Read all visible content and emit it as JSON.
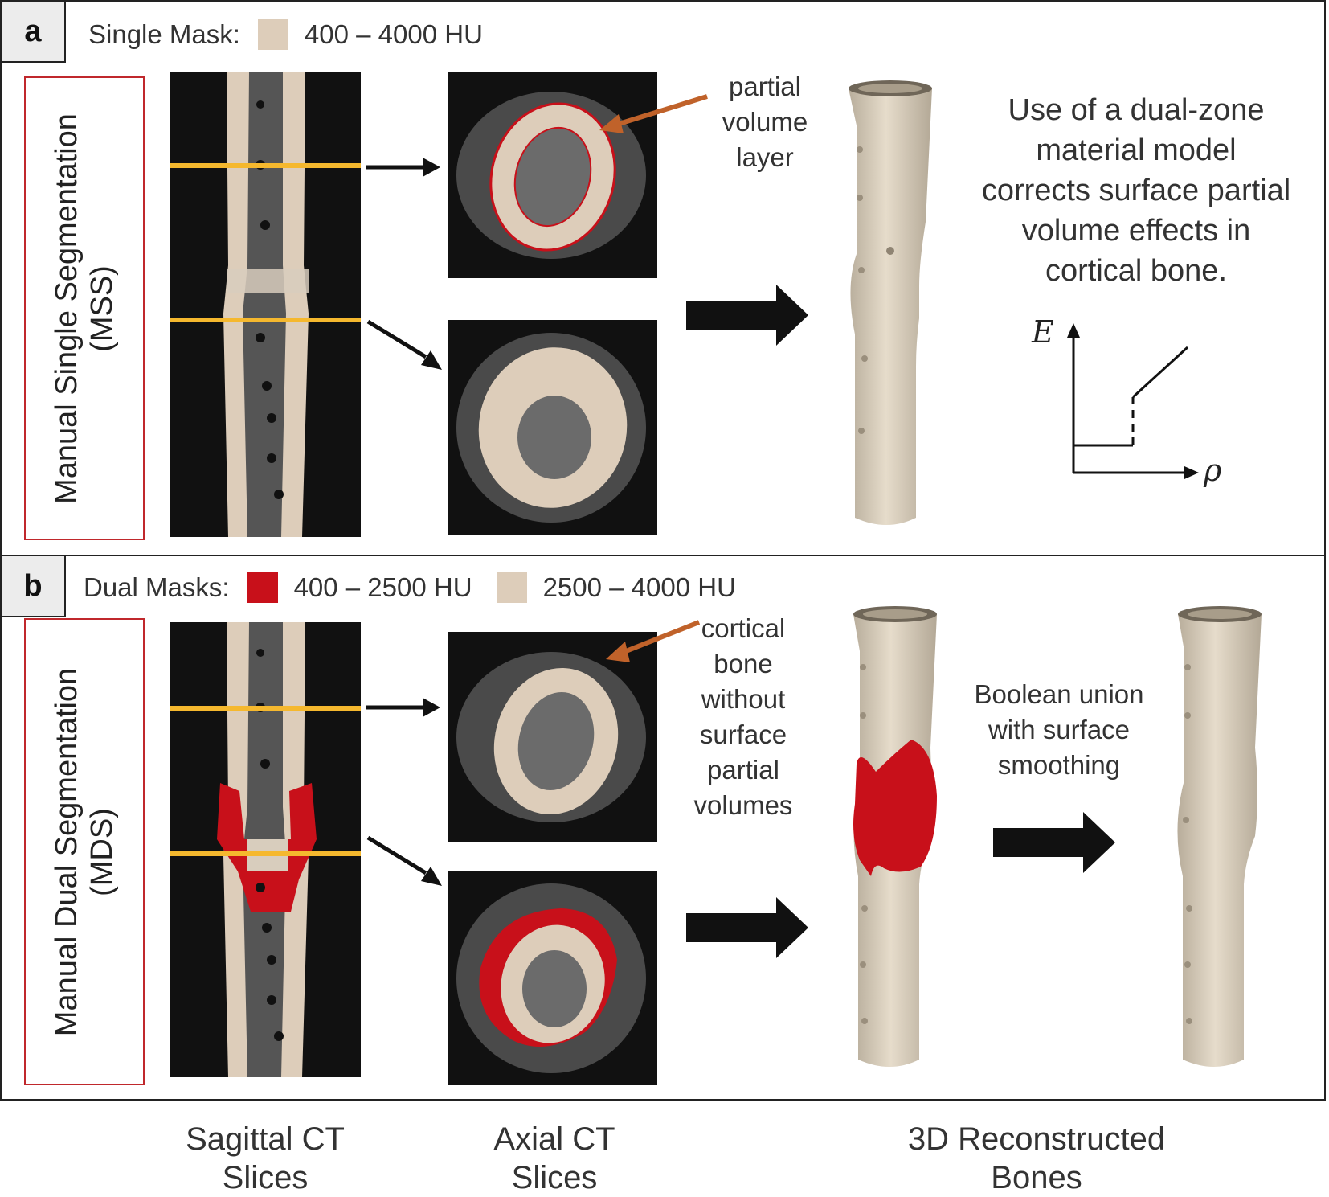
{
  "panel_a": {
    "tag": "a",
    "legend_prefix": "Single Mask:",
    "legend_range": "400 – 4000 HU",
    "method_label": "Manual Single Segmentation",
    "method_abbr": "(MSS)",
    "note_line1": "partial",
    "note_line2": "volume",
    "note_line3": "layer",
    "desc_line1": "Use of a dual-zone",
    "desc_line2": "material model",
    "desc_line3": "corrects surface partial",
    "desc_line4": "volume effects in",
    "desc_line5": "cortical bone.",
    "graph_y_label": "E",
    "graph_x_label": "ρ"
  },
  "panel_b": {
    "tag": "b",
    "legend_prefix": "Dual Masks:",
    "legend_range_1": "400 – 2500 HU",
    "legend_range_2": "2500 – 4000 HU",
    "method_label": "Manual Dual Segmentation",
    "method_abbr": "(MDS)",
    "note_line1": "cortical",
    "note_line2": "bone",
    "note_line3": "without",
    "note_line4": "surface",
    "note_line5": "partial",
    "note_line6": "volumes",
    "union_line1": "Boolean union",
    "union_line2": "with surface",
    "union_line3": "smoothing"
  },
  "footer": {
    "col1_line1": "Sagittal CT",
    "col1_line2": "Slices",
    "col2_line1": "Axial CT",
    "col2_line2": "Slices",
    "col3_line1": "3D Reconstructed",
    "col3_line2": "Bones"
  },
  "colors": {
    "bone": "#ddcdba",
    "bone_3d": "#d6cbb8",
    "mask_red": "#c8101a",
    "highlight_line": "#f5b82e",
    "pointer_arrow": "#c0622a",
    "box_border": "#c0282c"
  }
}
